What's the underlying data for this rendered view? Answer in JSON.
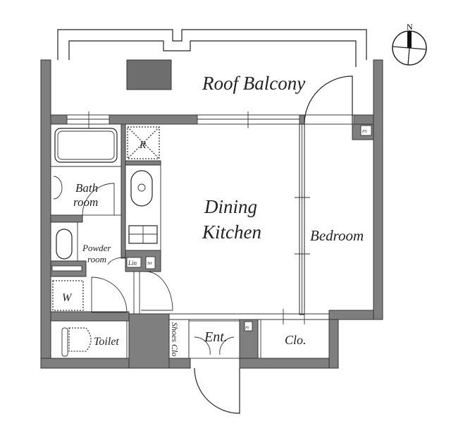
{
  "title": "Floor plan",
  "compass": {
    "north_label": "N"
  },
  "rooms": {
    "roof_balcony": "Roof Balcony",
    "dining_kitchen_1": "Dining",
    "dining_kitchen_2": "Kitchen",
    "bedroom": "Bedroom",
    "bathroom_1": "Bath",
    "bathroom_2": "room",
    "powder_room_1": "Powder",
    "powder_room_2": "room",
    "toilet": "Toilet",
    "entrance": "Ent.",
    "closet": "Clo.",
    "shoes_closet": "Shoes Clo",
    "washer": "W",
    "refrigerator": "R",
    "linen": "Lin",
    "storage": "Str",
    "pipe_space_1": "PS",
    "pipe_space_2": "PS"
  },
  "colors": {
    "wall": "#7f7f7f",
    "line": "#222222"
  }
}
